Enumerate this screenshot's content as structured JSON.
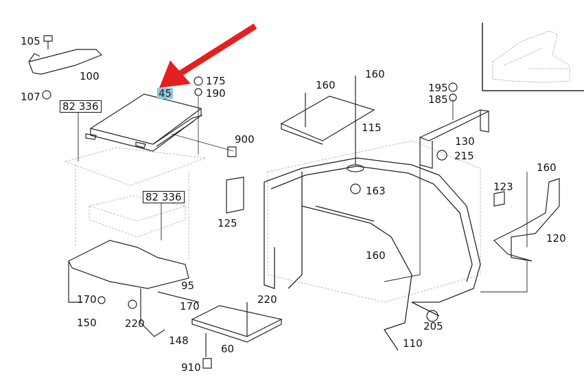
{
  "title": "Exploded parts diagram – control unit mounting",
  "highlight_color": "#8ec8dc",
  "arrow_color": "#e4201e",
  "labels": {
    "p105": "105",
    "p100": "100",
    "p107": "107",
    "ref1": "82 336",
    "p45": "45",
    "p175": "175",
    "p190": "190",
    "p900": "900",
    "ref2": "82 336",
    "p160a": "160",
    "p160b": "160",
    "p115": "115",
    "p163": "163",
    "p195": "195",
    "p185": "185",
    "p130": "130",
    "p215": "215",
    "p160c": "160",
    "p123": "123",
    "p120": "120",
    "p125": "125",
    "p160d": "160",
    "p170a": "170",
    "p150": "150",
    "p220a": "220",
    "p95": "95",
    "p170b": "170",
    "p148": "148",
    "p220b": "220",
    "p60": "60",
    "p910": "910",
    "p205": "205",
    "p110": "110"
  }
}
